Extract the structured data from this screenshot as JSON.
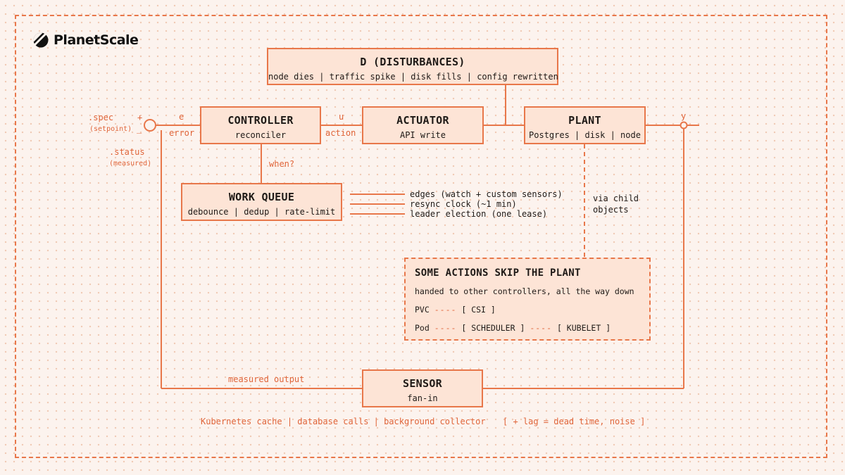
{
  "brand": {
    "name": "PlanetScale"
  },
  "colors": {
    "accent": "#e8774a",
    "box_fill": "#fde4d6",
    "background": "#fcf3ee",
    "text": "#1f1a17"
  },
  "icons": {
    "logo": "planetscale-logo-icon",
    "summing_junction": "circle-node-icon",
    "output_tap": "small-circle-node-icon"
  },
  "disturbances": {
    "title": "D (DISTURBANCES)",
    "items": "node dies | traffic spike | disk fills | config rewritten"
  },
  "controller": {
    "title": "CONTROLLER",
    "sub": "reconciler"
  },
  "actuator": {
    "title": "ACTUATOR",
    "sub": "API write"
  },
  "plant": {
    "title": "PLANT",
    "sub": "Postgres | disk | node"
  },
  "work_queue": {
    "title": "WORK QUEUE",
    "sub": "debounce | dedup | rate-limit"
  },
  "sensor": {
    "title": "SENSOR",
    "sub": "fan-in"
  },
  "labels": {
    "spec": ".spec",
    "setpoint": "(setpoint)",
    "plus": "+",
    "minus": "_",
    "status": ".status",
    "measured": "(measured)",
    "e": "e",
    "error": "error",
    "u": "u",
    "action": "action",
    "y": "y",
    "when": "when?",
    "via_child_1": "via child",
    "via_child_2": "objects",
    "measured_output": "measured output",
    "sensor_sources": "Kubernetes cache | database calls | background collector",
    "lag_note": "[ + lag = dead time, noise ]"
  },
  "triggers": [
    "edges (watch + custom sensors)",
    "resync clock (~1 min)",
    "leader election (one lease)"
  ],
  "skip_plant": {
    "title": "SOME ACTIONS SKIP THE PLANT",
    "sub": "handed to other controllers, all the way down",
    "pvc_label": "PVC",
    "pvc_dash": "----",
    "csi": "[ CSI ]",
    "pod_label": "Pod",
    "pod_dash1": "----",
    "scheduler": "[ SCHEDULER ]",
    "pod_dash2": "----",
    "kubelet": "[ KUBELET ]"
  }
}
